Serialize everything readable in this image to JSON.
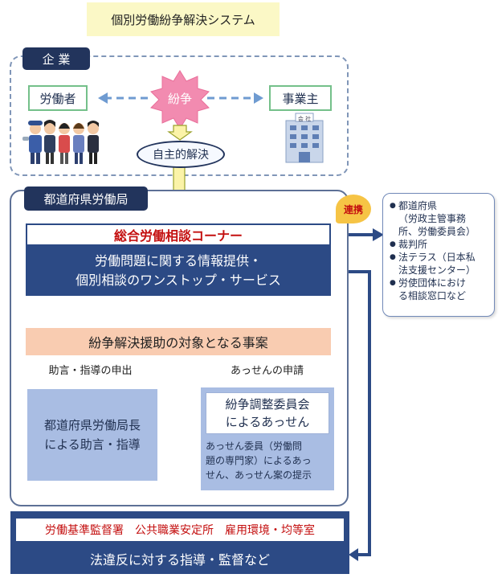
{
  "title": "個別労働紛争解決システム",
  "company": {
    "tag": "企 業",
    "worker": "労働者",
    "employer": "事業主",
    "dispute": "紛争",
    "self_resolution": "自主的解決",
    "building_sign": "会 社"
  },
  "bureau": {
    "tag": "都道府県労働局",
    "corner_title": "総合労働相談コーナー",
    "info_line1": "労働問題に関する情報提供・",
    "info_line2": "個別相談のワンストップ・サービス",
    "case_bar": "紛争解決援助の対象となる事案",
    "label_advice": "助言・指導の申出",
    "label_mediation": "あっせんの申請",
    "advice_line1": "都道府県労働局長",
    "advice_line2": "による助言・指導",
    "committee_line1": "紛争調整委員会",
    "committee_line2": "によるあっせん",
    "mediation_desc_1": "あっせん委員（労働問",
    "mediation_desc_2": "題の専門家）によるあっ",
    "mediation_desc_3": "せん、あっせん案の提示"
  },
  "cooperation": {
    "badge": "連携",
    "items": [
      "都道府県（労政主管事務所、労働委員会）",
      "裁判所",
      "法テラス（日本私法支援センター）",
      "労使団体における相談窓口など"
    ],
    "lines": [
      [
        "都道府県",
        "（労政主管事務",
        "所、労働委員会）"
      ],
      [
        "裁判所"
      ],
      [
        "法テラス（日本私",
        "法支援センター）"
      ],
      [
        "労使団体におけ",
        "る相談窓口など"
      ]
    ]
  },
  "bottom": {
    "offices": "労働基準監督署　公共職業安定所　雇用環境・均等室",
    "guidance": "法違反に対する指導・監督など"
  },
  "colors": {
    "navy": "#2c4a85",
    "dark_navy": "#22345c",
    "red_text": "#c41010",
    "pink_star": "#f28bb0",
    "yellow_arrow": "#f7cf56",
    "salmon_bar": "#f9ccb1",
    "light_blue_box": "#a9bde3",
    "green_border": "#74c08a",
    "title_bg": "#fbf8c6"
  }
}
